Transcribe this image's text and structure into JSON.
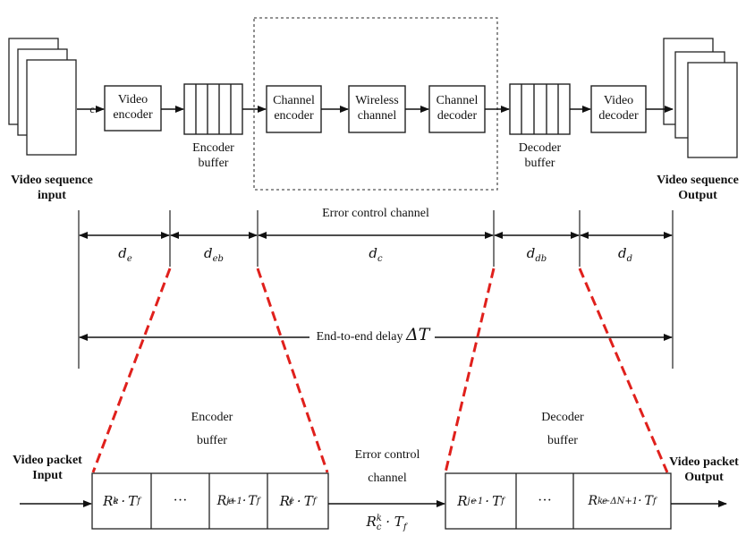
{
  "top_pipeline": {
    "input_label_line1": "Video sequence",
    "input_label_line2": "input",
    "output_label_line1": "Video sequence",
    "output_label_line2": "Output",
    "c_marker": "c",
    "video_encoder_line1": "Video",
    "video_encoder_line2": "encoder",
    "encoder_buffer_line1": "Encoder",
    "encoder_buffer_line2": "buffer",
    "channel_encoder_line1": "Channel",
    "channel_encoder_line2": "encoder",
    "wireless_channel_line1": "Wireless",
    "wireless_channel_line2": "channel",
    "channel_decoder_line1": "Channel",
    "channel_decoder_line2": "decoder",
    "decoder_buffer_line1": "Decoder",
    "decoder_buffer_line2": "buffer",
    "video_decoder_line1": "Video",
    "video_decoder_line2": "decoder",
    "error_control_channel": "Error control channel"
  },
  "delays": {
    "de": "d",
    "de_sub": "e",
    "deb": "d",
    "deb_sub": "eb",
    "dc": "d",
    "dc_sub": "c",
    "ddb": "d",
    "ddb_sub": "db",
    "dd": "d",
    "dd_sub": "d",
    "end_to_end": "End-to-end delay",
    "delta_t": "ΔT"
  },
  "bottom": {
    "encoder_buffer_line1": "Encoder",
    "encoder_buffer_line2": "buffer",
    "decoder_buffer_line1": "Decoder",
    "decoder_buffer_line2": "buffer",
    "packet_input_line1": "Video packet",
    "packet_input_line2": "Input",
    "packet_output_line1": "Video packet",
    "packet_output_line2": "Output",
    "error_channel_line1": "Error control",
    "error_channel_line2": "channel",
    "ellipsis": "···",
    "R": "R",
    "T": "T",
    "dot": "·",
    "sub_e": "e",
    "sub_c": "c",
    "sub_f": "f",
    "sup_k": "k",
    "sup_j1": "j+1",
    "sup_j": "j",
    "sup_jm1": "j−1",
    "sup_kdn": "k−ΔN+1"
  },
  "colors": {
    "ink": "#111111",
    "dashed_red": "#e0201c"
  }
}
